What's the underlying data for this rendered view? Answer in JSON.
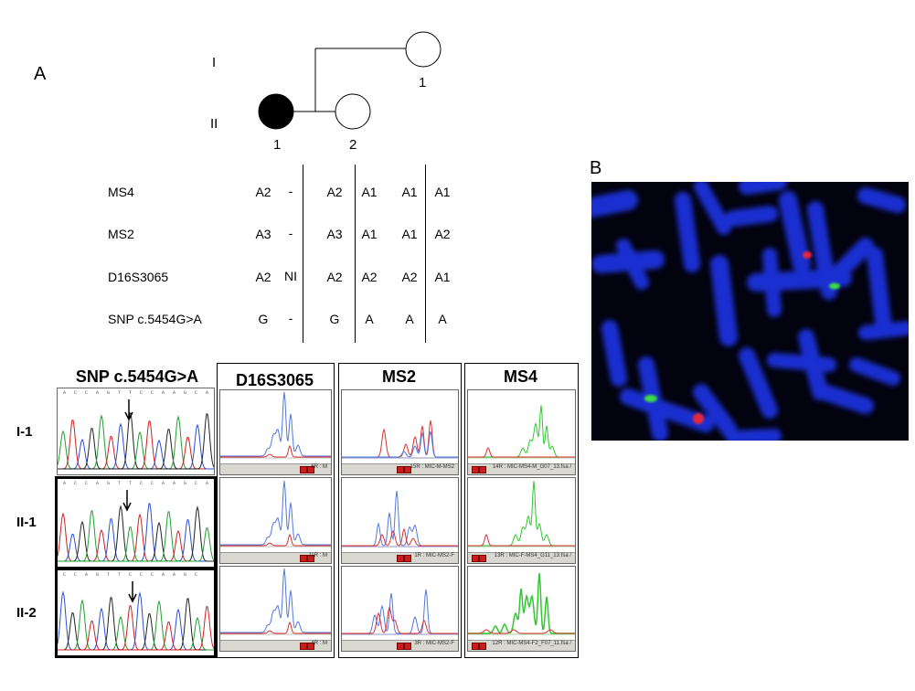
{
  "panel_a": {
    "label": "A",
    "generations": [
      "I",
      "II"
    ],
    "individuals": {
      "I_1": "1",
      "II_1": "1",
      "II_2": "2"
    },
    "markers": [
      {
        "name": "MS4",
        "alleles": [
          "A2",
          "-",
          "A2",
          "A1",
          "A1",
          "A1"
        ]
      },
      {
        "name": "MS2",
        "alleles": [
          "A3",
          "-",
          "A3",
          "A1",
          "A1",
          "A2"
        ]
      },
      {
        "name": "D16S3065",
        "alleles": [
          "A2",
          "NI",
          "A2",
          "A2",
          "A2",
          "A1"
        ]
      },
      {
        "name": "SNP c.5454G>A",
        "alleles": [
          "G",
          "-",
          "G",
          "A",
          "A",
          "A"
        ]
      }
    ],
    "column_headers": [
      "SNP c.5454G>A",
      "D16S3065",
      "MS2",
      "MS4"
    ],
    "row_labels": [
      "I-1",
      "II-1",
      "II-2"
    ],
    "trace_footers": {
      "d16": [
        "6R : M",
        "11R : M",
        "4R : M"
      ],
      "ms2": [
        "15R : MIC-M-MS2",
        "1R : MIC-MS2-F",
        "3R : MIC-MS2-F"
      ],
      "ms4": [
        "14R : MIC-MS4-M_G07_13.fsa /",
        "13R : MIC-F-MS4_G11_13.fsa /",
        "12R : MIC-MS4-F2_F07_11.fsa /"
      ]
    },
    "seq_text": [
      "A C C A G T T C C A A G C A",
      "A C C A G T T C C A A G C A",
      "C C A G T T C C C A A G C"
    ]
  },
  "panel_b": {
    "label": "B"
  },
  "colors": {
    "chromosome": "#1428d2",
    "fish_red": "#e8283c",
    "fish_green": "#3cdc46",
    "trace_blue": "#5078e0",
    "trace_red": "#e03030",
    "trace_green": "#30c830"
  }
}
